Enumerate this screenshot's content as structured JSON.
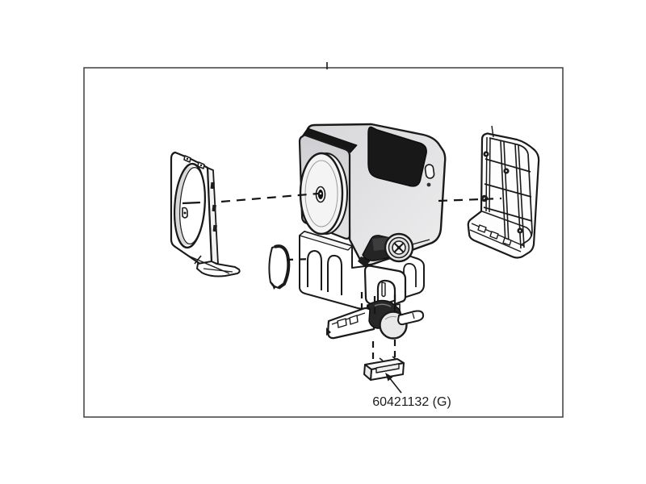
{
  "diagram": {
    "kind": "exploded-parts-drawing",
    "part_label": "60421132 (G)",
    "parts": [
      "left-bracket-plate",
      "pump-housing",
      "housing-base",
      "rear-grille-panel",
      "cover-cap",
      "valve-lever-assembly",
      "bottom-cap"
    ],
    "colors": {
      "line": "#1a1a1a",
      "body_gray": "#d9d9dc",
      "side_gray": "#e6e6e8",
      "dark_fill": "#1b1b1b",
      "disc_white": "#f4f4f4",
      "frame_border": "#3f3f3f",
      "background": "#ffffff"
    }
  }
}
